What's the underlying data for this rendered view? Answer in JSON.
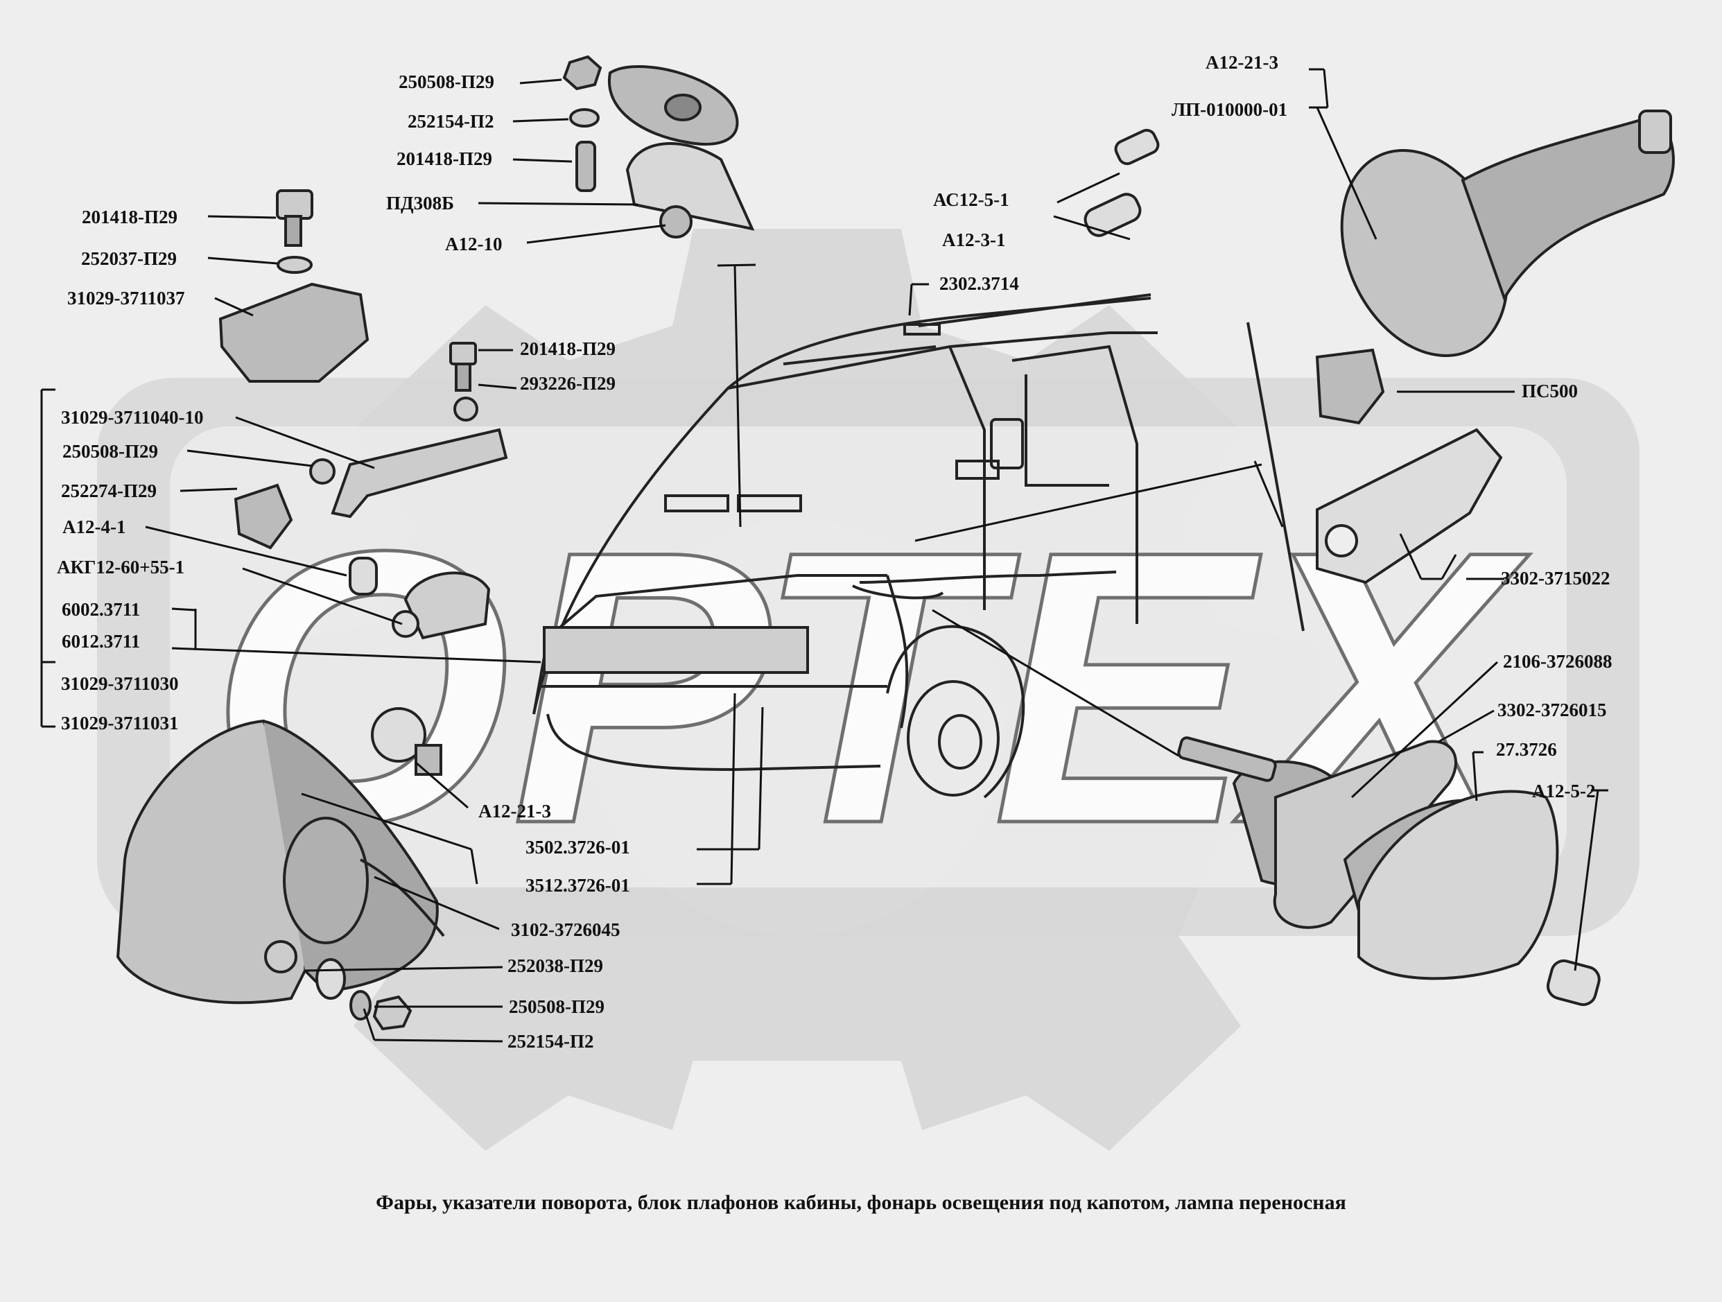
{
  "caption": "Фары, указатели поворота, блок плафонов кабины, фонарь освещения под капотом, лампа переносная",
  "watermark": "ОРТЕХ",
  "colors": {
    "background": "#eeeeee",
    "watermark": "#cfcfcf",
    "ink": "#111111"
  },
  "labels": {
    "l1": "250508-П29",
    "l2": "252154-П2",
    "l3": "201418-П29",
    "l4": "ПД308Б",
    "l5": "А12-10",
    "l6": "201418-П29",
    "l7": "252037-П29",
    "l8": "31029-3711037",
    "l9": "201418-П29",
    "l10": "293226-П29",
    "l11": "31029-3711040-10",
    "l12": "250508-П29",
    "l13": "252274-П29",
    "l14": "А12-4-1",
    "l15": "АКГ12-60+55-1",
    "l16": "6002.3711",
    "l17": "6012.3711",
    "l18": "31029-3711030",
    "l19": "31029-3711031",
    "l20": "А12-21-3",
    "l21": "3502.3726-01",
    "l22": "3512.3726-01",
    "l23": "3102-3726045",
    "l24": "252038-П29",
    "l25": "250508-П29",
    "l26": "252154-П2",
    "l27": "А12-21-3",
    "l28": "ЛП-010000-01",
    "l29": "АС12-5-1",
    "l30": "А12-3-1",
    "l31": "2302.3714",
    "l32": "ПС500",
    "l33": "3302-3715022",
    "l34": "2106-3726088",
    "l35": "3302-3726015",
    "l36": "27.3726",
    "l37": "А12-5-2"
  }
}
